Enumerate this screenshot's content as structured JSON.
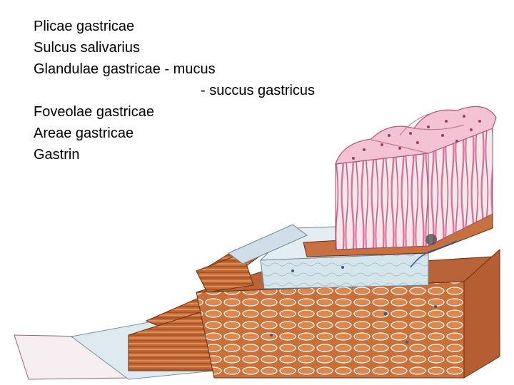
{
  "terms": [
    "Plicae gastricae",
    "Sulcus salivarius",
    "Glandulae gastricae - mucus",
    "- succus gastricus",
    "Foveolae gastricae",
    "Areae gastricae",
    "Gastrin"
  ],
  "colors": {
    "mucosa_surface": "#f3c6d6",
    "mucosa_glands": "#e8a7bf",
    "submucosa": "#cfe0ea",
    "muscle": "#c9703a",
    "muscle_dark": "#8a3a16",
    "serosa": "#f6eef0"
  }
}
